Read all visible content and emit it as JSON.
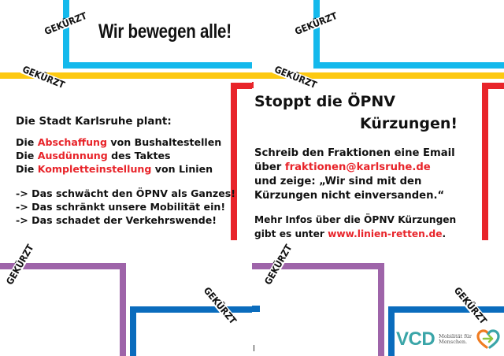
{
  "colors": {
    "cyan_line": "#14b9ec",
    "yellow_line": "#fdc911",
    "red_line": "#e8242a",
    "purple_line": "#9e64a9",
    "blue_line": "#0a6cbd",
    "accent_red_text": "#e8242a",
    "vcd_teal": "#3aa5a8",
    "vcd_orange": "#f07c21",
    "vcd_green": "#8cc63f"
  },
  "stamp_label": "GEKÜRZT",
  "left_panel": {
    "title": "Wir bewegen alle!",
    "intro": "Die Stadt Karlsruhe plant:",
    "plans": [
      {
        "prefix": "Die ",
        "highlight": "Abschaffung",
        "suffix": " von Bushaltestellen"
      },
      {
        "prefix": "Die ",
        "highlight": "Ausdünnung",
        "suffix": " des Taktes"
      },
      {
        "prefix": "Die ",
        "highlight": "Kompletteinstellung",
        "suffix": " von Linien"
      }
    ],
    "consequences": [
      "-> Das schwächt den ÖPNV als Ganzes!",
      "-> Das schränkt unsere Mobilität ein!",
      "-> Das schadet der Verkehrswende!"
    ]
  },
  "right_panel": {
    "headline_line1": "Stoppt die ÖPNV",
    "headline_line2": "Kürzungen!",
    "call_line1": "Schreib den Fraktionen eine Email",
    "call_line2_prefix": "über ",
    "email": "fraktionen@karlsruhe.de",
    "call_line3": "und zeige: „Wir sind mit den",
    "call_line4": "Kürzungen nicht einversanden.“",
    "info_line1": "Mehr Infos über die ÖPNV Kürzungen",
    "info_line2_prefix": "gibt es unter ",
    "website": "www.linien-retten.de",
    "info_line2_suffix": "."
  },
  "logo": {
    "name": "VCD",
    "tagline_line1": "Mobilität für",
    "tagline_line2": "Menschen."
  }
}
